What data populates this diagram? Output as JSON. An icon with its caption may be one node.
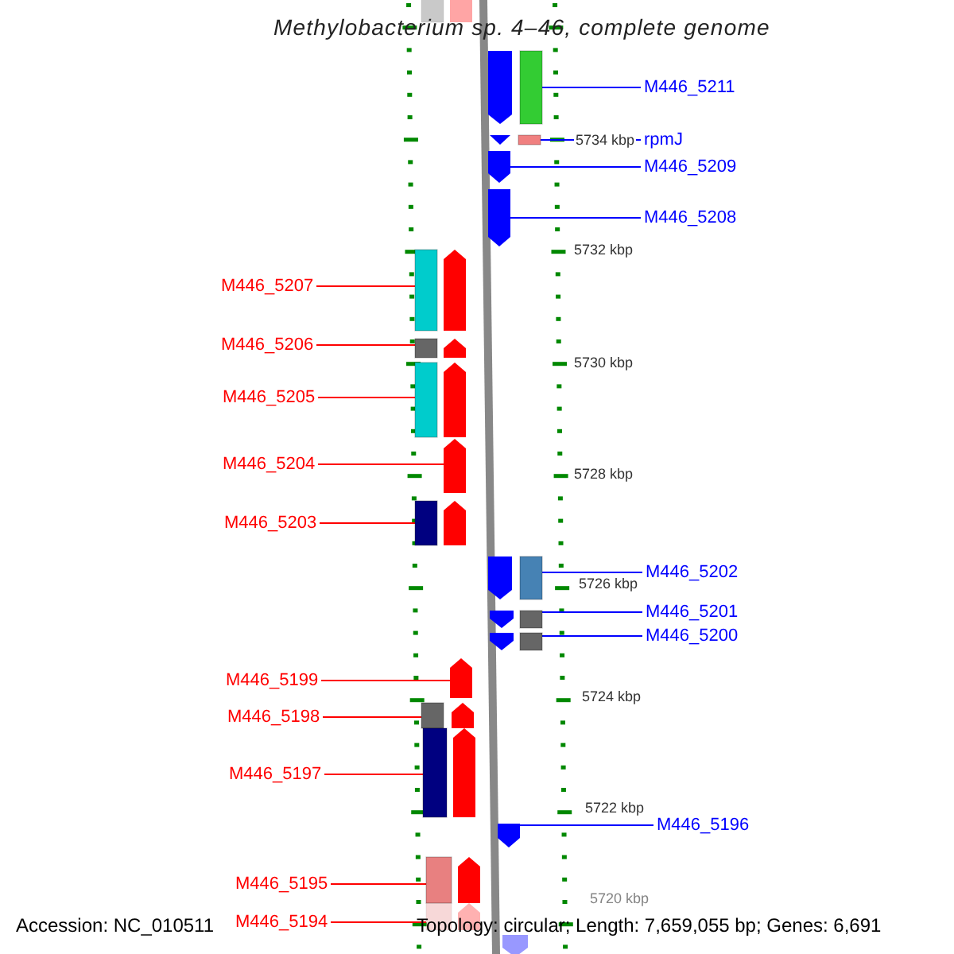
{
  "diagram": {
    "title": "Methylobacterium sp. 4–46, complete genome",
    "nodes": [
      {
        "text": [],
        "shape": "arrow"
      },
      {
        "text": [
          "M446_5211"
        ]
      },
      {
        "text": [],
        "shape": "arrow"
      },
      {
        "text": [
          "rpmJ"
        ]
      },
      {
        "text": [],
        "shape": "arrow"
      },
      {
        "text": [
          "M446_5209"
        ]
      },
      {
        "text": [],
        "shape": "arrow"
      },
      {
        "text": [
          "M446_5208"
        ]
      },
      {
        "text": [],
        "shape": "arrow"
      },
      {
        "text": [
          "M446_5207"
        ]
      },
      {
        "text": [],
        "shape": "arrow"
      },
      {
        "text": [
          "M446_5206"
        ]
      },
      {
        "text": [],
        "shape": "arrow"
      },
      {
        "text": [
          "M446_5205"
        ]
      },
      {
        "text": [],
        "shape": "arrow"
      },
      {
        "text": [
          "M446_5204"
        ]
      },
      {
        "text": [],
        "shape": "arrow"
      },
      {
        "text": [
          "M446_5203"
        ]
      },
      {
        "text": [],
        "shape": "arrow"
      },
      {
        "text": [
          "M446_5202"
        ]
      },
      {
        "text": [],
        "shape": "arrow"
      },
      {
        "text": [
          "M446_5201"
        ]
      },
      {
        "text": [],
        "shape": "arrow"
      },
      {
        "text": [
          "M446_5200"
        ]
      },
      {
        "text": [],
        "shape": "arrow"
      },
      {
        "text": [
          "M446_5199"
        ]
      },
      {
        "text": [],
        "shape": "arrow"
      },
      {
        "text": [
          "M446_5198"
        ]
      },
      {
        "text": [],
        "shape": "arrow"
      },
      {
        "text": [
          "M446_5197"
        ]
      },
      {
        "text": [],
        "shape": "arrow"
      },
      {
        "text": [
          "M446_5196"
        ]
      },
      {
        "text": [],
        "shape": "arrow"
      },
      {
        "text": [
          "M446_5195"
        ]
      },
      {
        "text": [],
        "shape": "arrow"
      },
      {
        "text": [
          "M446_5194"
        ]
      },
      {
        "text": [],
        "shape": "arrow"
      },
      {
        "text": [],
        "shape": "arrow"
      }
    ],
    "edges": [
      {
        "from": 1,
        "to": 2,
        "arrow": "none",
        "color": "#0000ff"
      },
      {
        "from": 3,
        "to": 4,
        "arrow": "none",
        "color": "#0000ff"
      },
      {
        "from": 5,
        "to": 6,
        "arrow": "none",
        "color": "#0000ff"
      },
      {
        "from": 7,
        "to": 8,
        "arrow": "none",
        "color": "#0000ff"
      },
      {
        "from": 9,
        "to": 10,
        "arrow": "none"
      },
      {
        "from": 11,
        "to": 12,
        "arrow": "none"
      },
      {
        "from": 13,
        "to": 14,
        "arrow": "none"
      },
      {
        "from": 15,
        "to": 16,
        "arrow": "none"
      },
      {
        "from": 17,
        "to": 18,
        "arrow": "none"
      },
      {
        "from": 19,
        "to": 20,
        "arrow": "none",
        "color": "#0000ff"
      },
      {
        "from": 21,
        "to": 22,
        "arrow": "none",
        "color": "#0000ff"
      },
      {
        "from": 23,
        "to": 24,
        "arrow": "none",
        "color": "#0000ff"
      },
      {
        "from": 25,
        "to": 26,
        "arrow": "none"
      },
      {
        "from": 27,
        "to": 28,
        "arrow": "none"
      },
      {
        "from": 29,
        "to": 30,
        "arrow": "none"
      },
      {
        "from": 31,
        "to": 32,
        "arrow": "none",
        "color": "#0000ff"
      },
      {
        "from": 33,
        "to": 34,
        "arrow": "none"
      },
      {
        "from": 35,
        "to": 36,
        "arrow": "none"
      }
    ],
    "labels": [
      "5734 kbp",
      "5732 kbp",
      "5730 kbp",
      "5728 kbp",
      "5726 kbp",
      "5724 kbp",
      "5722 kbp",
      "5720 kbp",
      "Accession: NC_010511",
      "Topology: circular; Length: 7,659,055 bp; Genes: 6,691"
    ]
  }
}
